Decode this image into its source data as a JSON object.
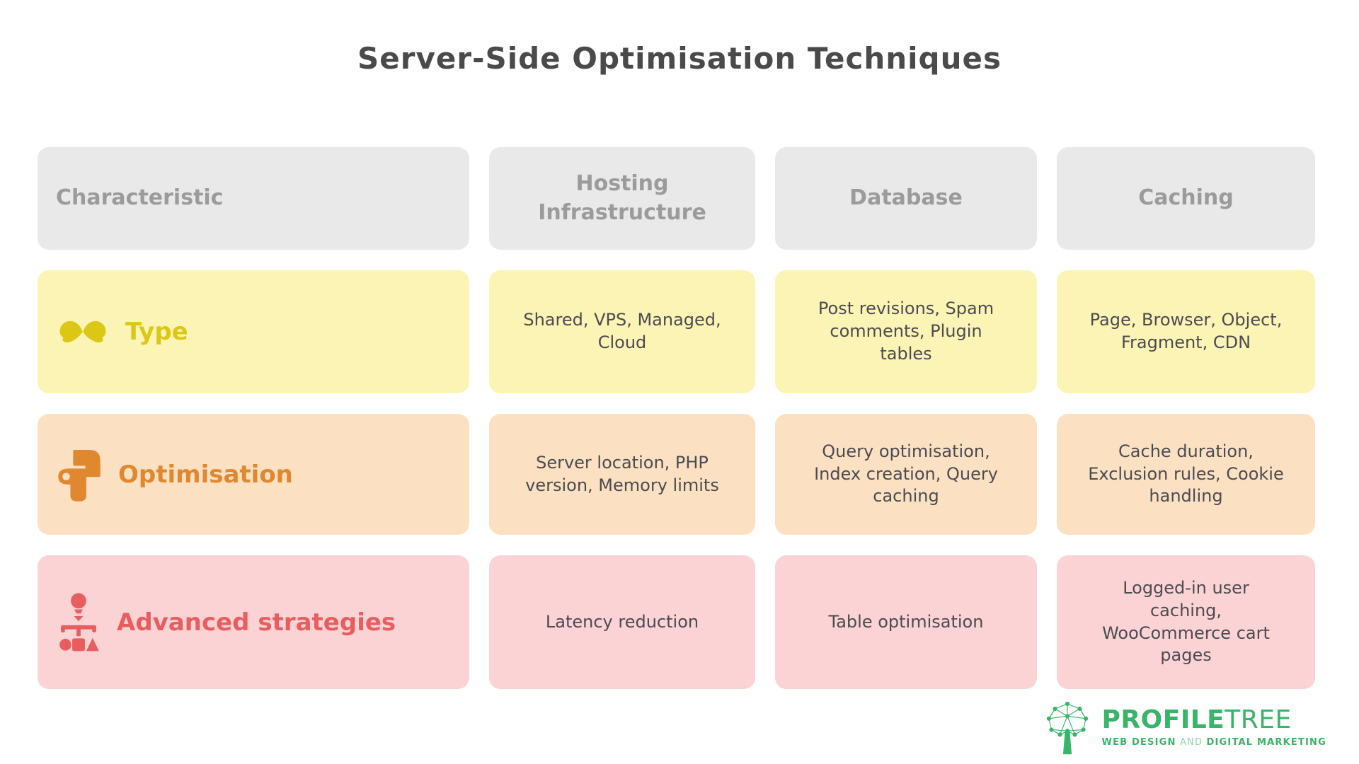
{
  "title": "Server-Side Optimisation Techniques",
  "colors": {
    "background": "#FFFFFF",
    "title_text": "#4A4A4A",
    "header_bg": "#E9E9E9",
    "header_text": "#9B9B9B",
    "cell_text": "#4B4B52",
    "yellow_bg": "#FCF4B4",
    "yellow_accent": "#DDC715",
    "orange_bg": "#FBE1C2",
    "orange_accent": "#E0882F",
    "pink_bg": "#FBD3D5",
    "red_accent": "#E85D5D",
    "logo_green": "#37B569"
  },
  "table": {
    "headers": [
      {
        "label": "Characteristic"
      },
      {
        "label": "Hosting Infrastructure"
      },
      {
        "label": "Database"
      },
      {
        "label": "Caching"
      }
    ],
    "rows": [
      {
        "label": "Type",
        "icon": "mustache-icon",
        "theme": {
          "bg": "#FCF4B4",
          "accent": "#DDC715"
        },
        "cells": [
          "Shared, VPS, Managed, Cloud",
          "Post revisions, Spam comments, Plugin tables",
          "Page, Browser, Object, Fragment, CDN"
        ]
      },
      {
        "label": "Optimisation",
        "icon": "wrench-icon",
        "theme": {
          "bg": "#FBE1C2",
          "accent": "#E0882F"
        },
        "cells": [
          "Server location, PHP version, Memory limits",
          "Query optimisation, Index creation, Query caching",
          "Cache duration, Exclusion rules, Cookie handling"
        ]
      },
      {
        "label": "Advanced strategies",
        "icon": "strategy-icon",
        "theme": {
          "bg": "#FBD3D5",
          "accent": "#E85D5D"
        },
        "cells": [
          "Latency reduction",
          "Table optimisation",
          "Logged-in user caching, WooCommerce cart pages"
        ]
      }
    ]
  },
  "logo": {
    "brand_primary": "PROFILE",
    "brand_secondary": "TREE",
    "tagline_web": "WEB DESIGN",
    "tagline_and": " AND ",
    "tagline_digital": "DIGITAL MARKETING"
  }
}
